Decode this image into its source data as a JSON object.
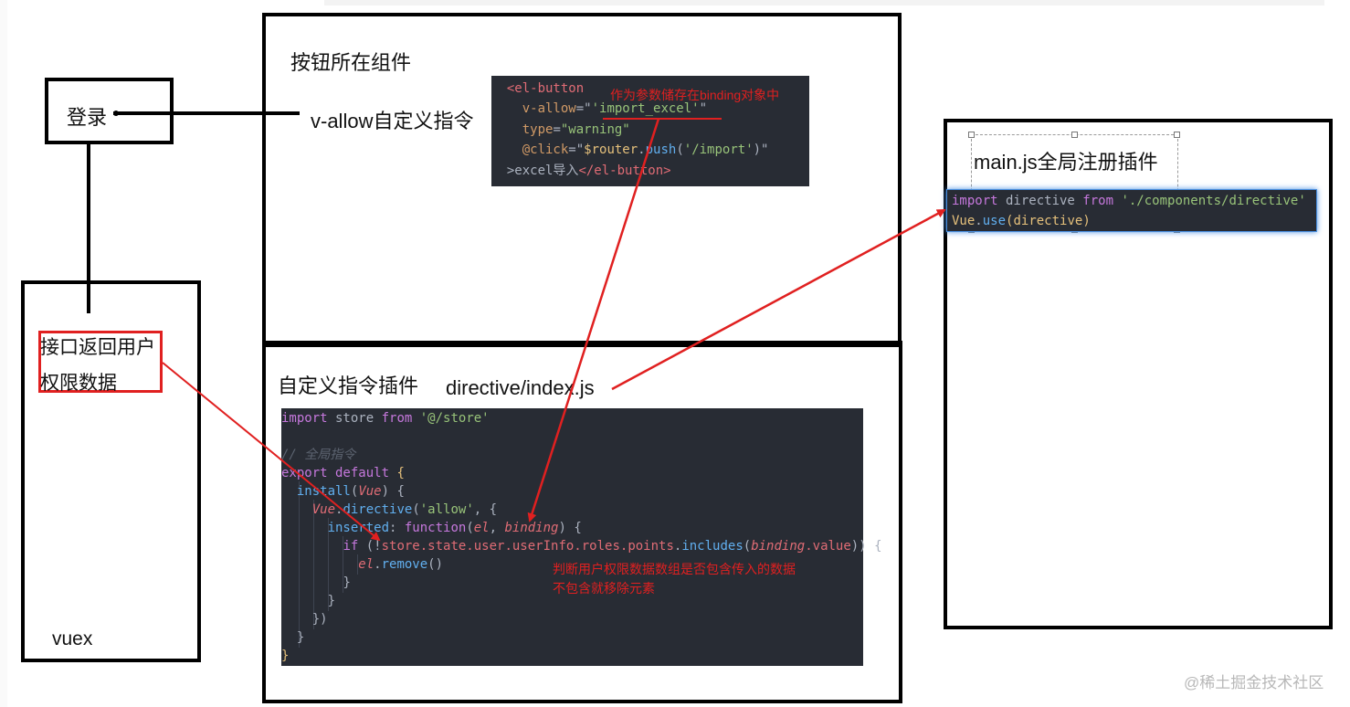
{
  "nodes": {
    "login": "登录",
    "vuex": "vuex",
    "api_data_line1": "接口返回用户",
    "api_data_line2": "权限数据",
    "button_component": "按钮所在组件",
    "v_allow_directive": "v-allow自定义指令",
    "directive_plugin": "自定义指令插件",
    "directive_file": "directive/index.js",
    "main_js": "main.js全局注册插件"
  },
  "annotations": {
    "binding_note": "作为参数储存在binding对象中",
    "judge_note_line1": "判断用户权限数据数组是否包含传入的数据",
    "judge_note_line2": "不包含就移除元素"
  },
  "code_button": {
    "l1_tag": "<el-button",
    "l2_attr": "v-allow",
    "l2_eq": "=\"",
    "l2_val": "'import_excel'",
    "l2_end": "\"",
    "l3_attr": "type",
    "l3_eq": "=",
    "l3_val": "\"warning\"",
    "l4_attr": "@click",
    "l4_eq": "=\"",
    "l4_obj": "$router",
    "l4_dot": ".",
    "l4_fn": "push",
    "l4_open": "(",
    "l4_str": "'/import'",
    "l4_close": ")\"",
    "l5_text": ">excel导入",
    "l5_tag": "</el-button>"
  },
  "code_directive": {
    "l1_kw1": "import",
    "l1_id": " store ",
    "l1_kw2": "from",
    "l1_str": "'@/store'",
    "l3_comment": "// 全局指令",
    "l4_kw": "export default",
    "l4_brace": " {",
    "l5_fn": "install",
    "l5_open": "(",
    "l5_param": "Vue",
    "l5_close": ") {",
    "l6_obj": "Vue",
    "l6_dot": ".",
    "l6_fn": "directive",
    "l6_open": "(",
    "l6_str": "'allow'",
    "l6_rest": ", {",
    "l7_prop": "inserted",
    "l7_colon": ": ",
    "l7_kw": "function",
    "l7_open": "(",
    "l7_p1": "el",
    "l7_sep": ", ",
    "l7_p2": "binding",
    "l7_close": ") {",
    "l8_kw": "if",
    "l8_open": " (!",
    "l8_chain": "store.state.user.userInfo.roles.points",
    "l8_dot": ".",
    "l8_fn": "includes",
    "l8_paren": "(",
    "l8_binding": "binding",
    "l8_value": ".value",
    "l8_close": ")) {",
    "l9_el": "el",
    "l9_dot": ".",
    "l9_fn": "remove",
    "l9_paren": "()",
    "l10": "}",
    "l11": "}",
    "l12": "})",
    "l13": "}",
    "l14": "}"
  },
  "code_main": {
    "l1_kw1": "import",
    "l1_id": " directive ",
    "l1_kw2": "from",
    "l1_str": "'./components/directive'",
    "l2_obj": "Vue",
    "l2_dot": ".",
    "l2_fn": "use",
    "l2_open": "(",
    "l2_arg": "directive",
    "l2_close": ")"
  },
  "watermark": "@稀土掘金技术社区",
  "colors": {
    "arrow_red": "#e02020",
    "code_bg": "#282c34",
    "border_black": "#000000",
    "highlight_blue": "#4a90e2"
  }
}
